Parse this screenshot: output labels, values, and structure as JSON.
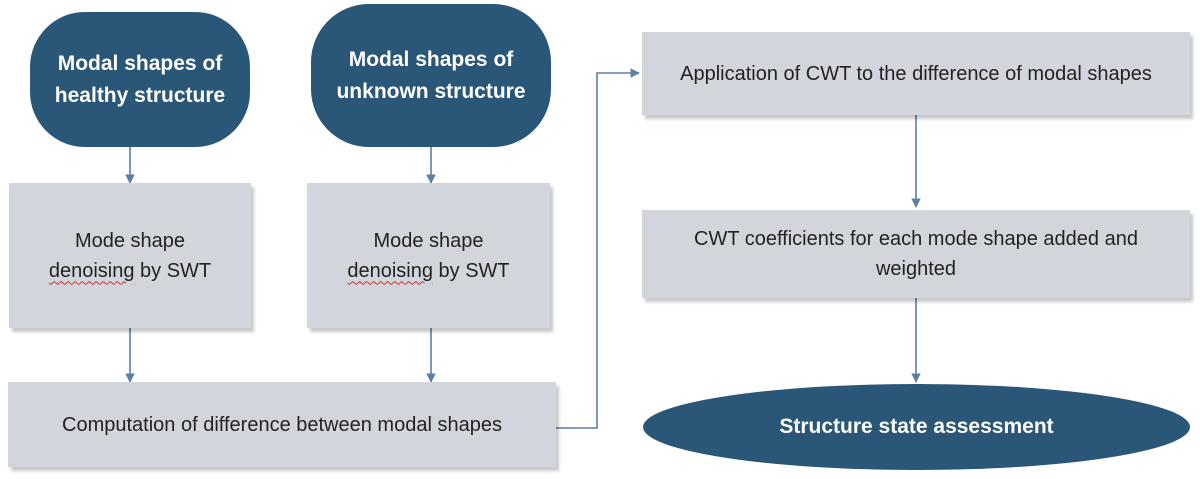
{
  "nodes": {
    "healthy": {
      "label": "Modal shapes of healthy structure"
    },
    "unknown": {
      "label": "Modal shapes of unknown structure"
    },
    "denoise_left": {
      "line1": "Mode shape",
      "line2_marked": "denoising",
      "line2_rest": " by SWT"
    },
    "denoise_right": {
      "line1": "Mode shape",
      "line2_marked": "denoising",
      "line2_rest": " by SWT"
    },
    "difference": {
      "label": "Computation of difference between modal shapes"
    },
    "cwt_apply": {
      "label": "Application of CWT to the difference of modal shapes"
    },
    "cwt_coeffs": {
      "label": "CWT coefficients for each mode shape added and weighted"
    },
    "assessment": {
      "label": "Structure state assessment"
    }
  },
  "colors": {
    "terminal_fill": "#2a5678",
    "process_fill": "#d2d6dc",
    "arrow": "#5b7fa6",
    "spellcheck_underline": "#d32f2f"
  }
}
